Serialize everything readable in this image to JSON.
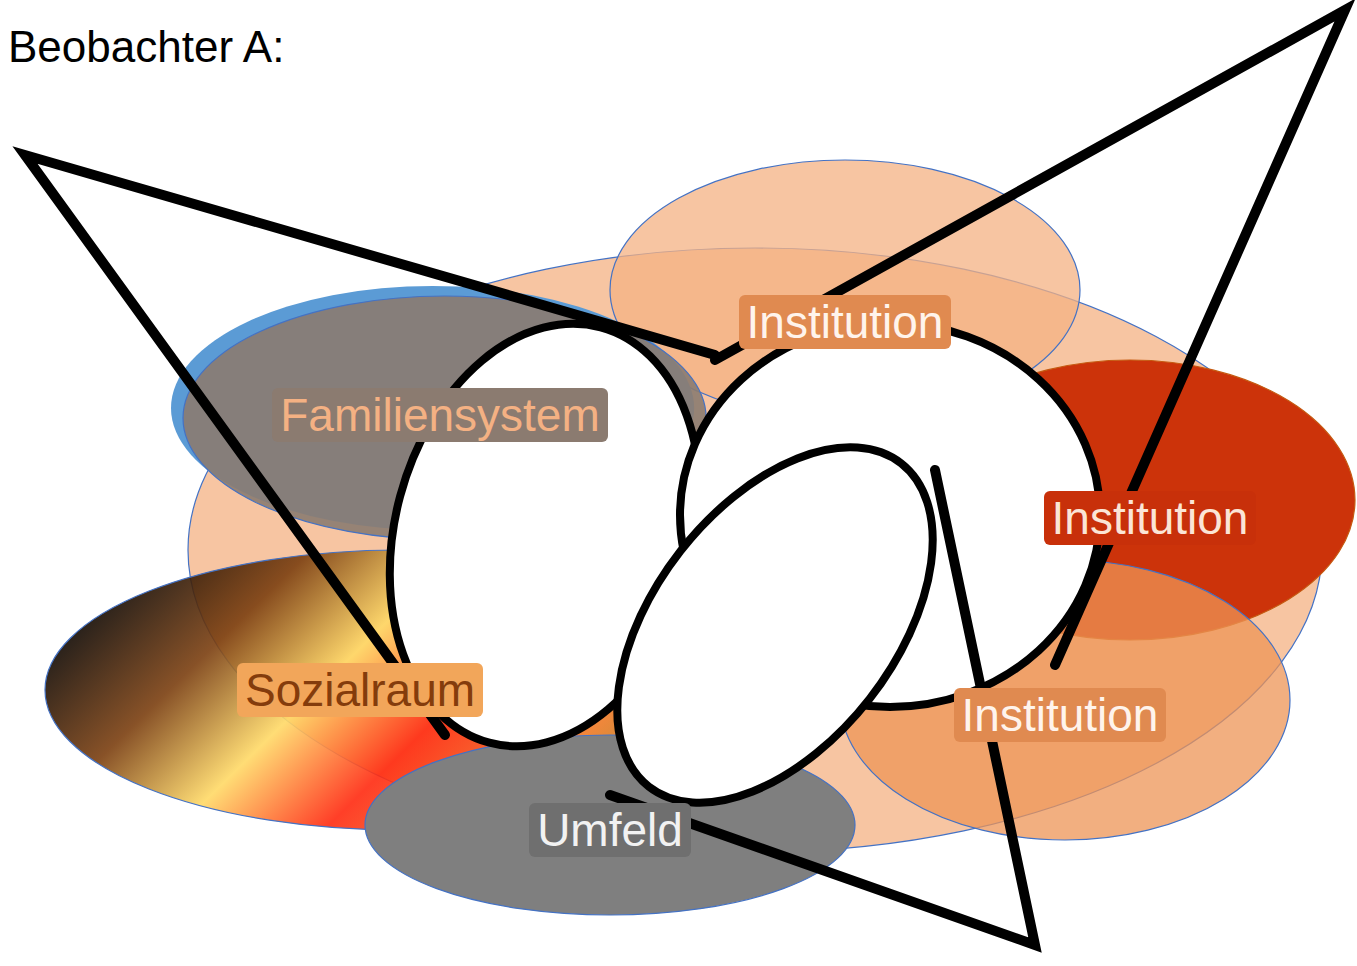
{
  "diagram": {
    "title": "Beobachter A:",
    "nodes": [
      {
        "text": [
          "Institution"
        ]
      },
      {
        "text": [
          "Familiensystem"
        ]
      },
      {
        "text": [
          "Institution"
        ]
      },
      {
        "text": [
          "Sozialraum"
        ]
      },
      {
        "text": [
          "Institution"
        ]
      },
      {
        "text": [
          "Umfeld"
        ]
      }
    ]
  }
}
